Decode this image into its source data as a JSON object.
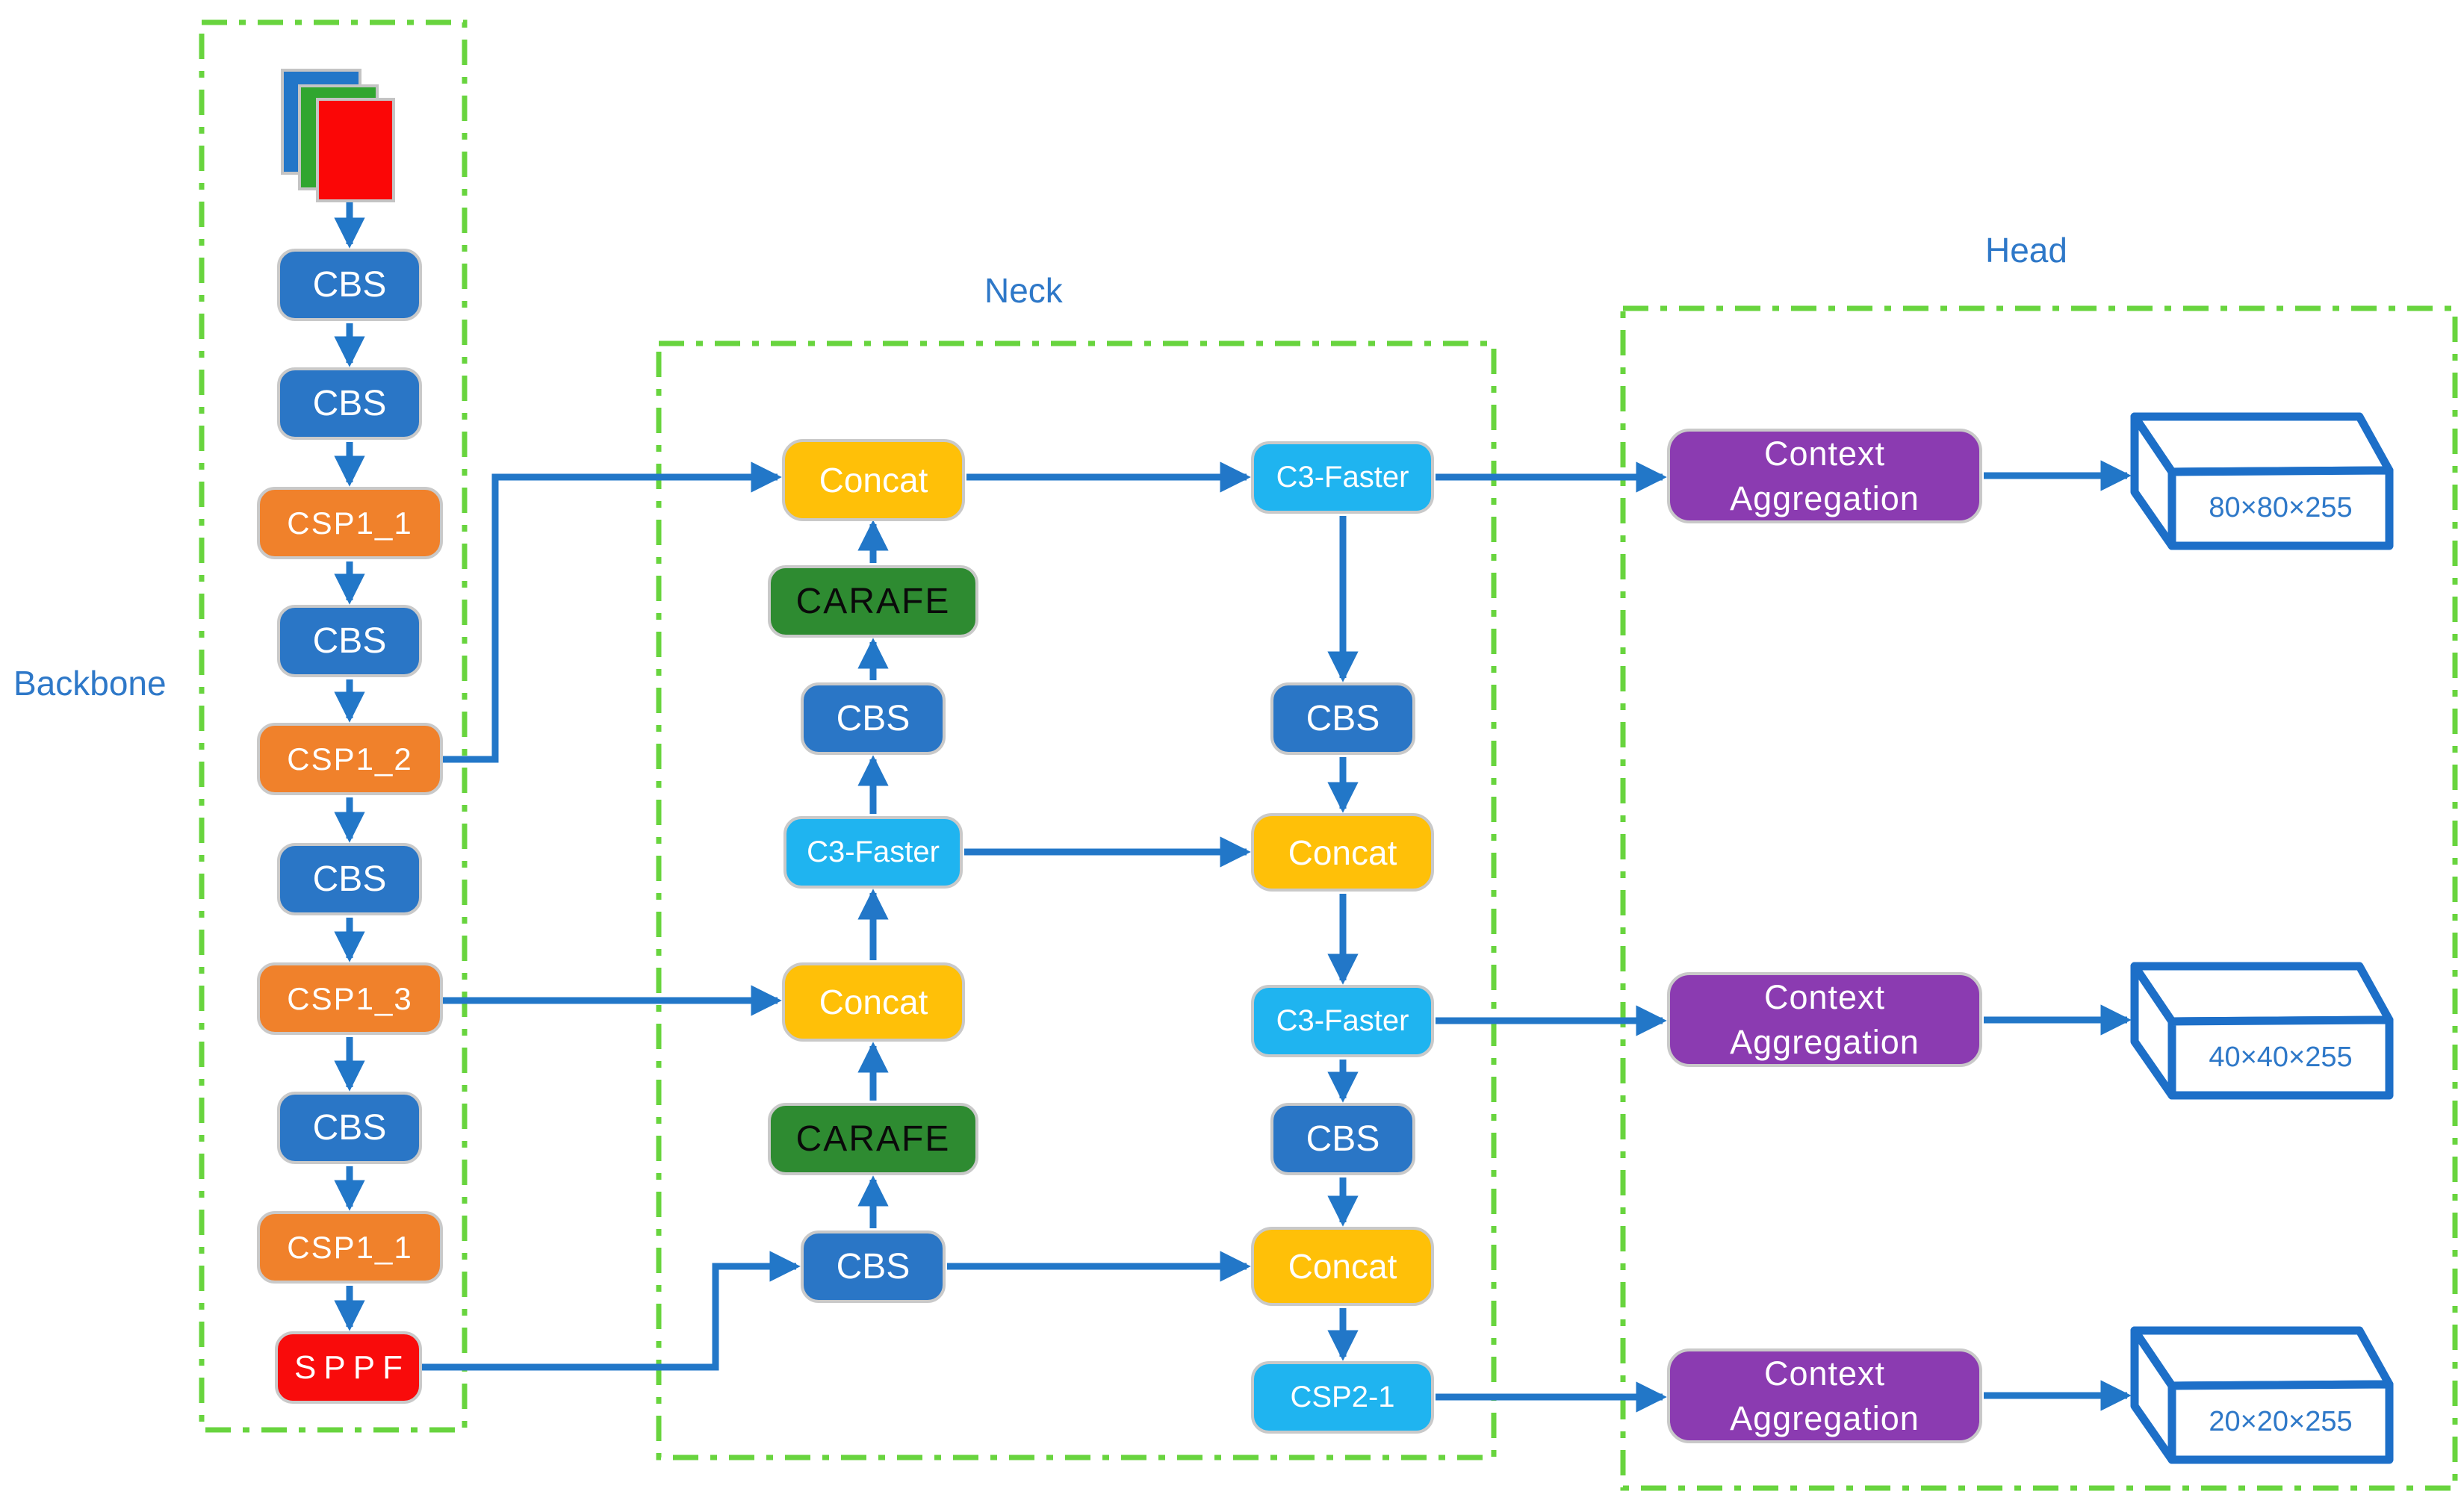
{
  "titles": {
    "backbone": "Backbone",
    "neck": "Neck",
    "head": "Head"
  },
  "backbone": {
    "blocks": [
      {
        "label": "CBS"
      },
      {
        "label": "CBS"
      },
      {
        "label": "CSP1_1"
      },
      {
        "label": "CBS"
      },
      {
        "label": "CSP1_2"
      },
      {
        "label": "CBS"
      },
      {
        "label": "CSP1_3"
      },
      {
        "label": "CBS"
      },
      {
        "label": "CSP1_1"
      },
      {
        "label": "SPPF"
      }
    ]
  },
  "neck": {
    "mid": [
      {
        "label": "Concat"
      },
      {
        "label": "CARAFE"
      },
      {
        "label": "CBS"
      },
      {
        "label": "C3-Faster"
      },
      {
        "label": "Concat"
      },
      {
        "label": "CARAFE"
      },
      {
        "label": "CBS"
      }
    ],
    "right": [
      {
        "label": "C3-Faster"
      },
      {
        "label": "CBS"
      },
      {
        "label": "Concat"
      },
      {
        "label": "C3-Faster"
      },
      {
        "label": "CBS"
      },
      {
        "label": "Concat"
      },
      {
        "label": "CSP2-1"
      }
    ]
  },
  "head": {
    "ca": [
      "Context Aggregation",
      "Context Aggregation",
      "Context Aggregation"
    ],
    "outputs": [
      "80×80×255",
      "40×40×255",
      "20×20×255"
    ]
  },
  "icons": {
    "input": "image-stack-icon"
  },
  "colors": {
    "cbs_blue": "#2A76C6",
    "csp_orange": "#F0812B",
    "sppf_red": "#F90B0B",
    "concat_yellow": "#FFC008",
    "carafe_green": "#2E8B31",
    "c3_cyan": "#1FB4F0",
    "ca_purple": "#8B3BB1",
    "arrow_blue": "#2277C8",
    "zone_green": "#68D43E",
    "label_blue": "#2E78C8",
    "cuboid_blue": "#1D6FC8",
    "input_r": "#FB0606",
    "input_g": "#31A62F",
    "input_b": "#2276C8"
  }
}
